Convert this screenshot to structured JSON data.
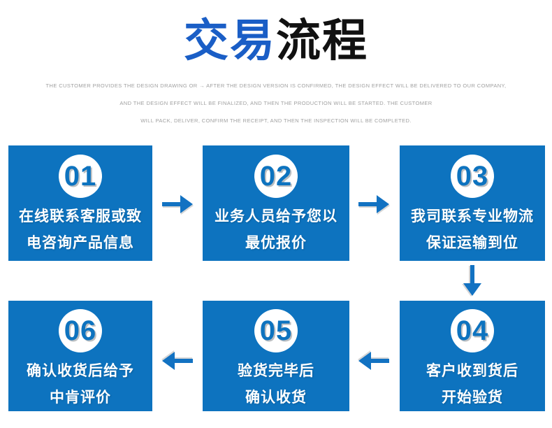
{
  "title": {
    "part_blue": "交易",
    "part_dark": "流程"
  },
  "subtitle_lines": [
    "THE CUSTOMER PROVIDES THE DESIGN DRAWING OR → AFTER THE DESIGN VERSION IS CONFIRMED, THE DESIGN EFFECT WILL BE DELIVERED TO OUR COMPANY,",
    "AND THE DESIGN EFFECT WILL BE FINALIZED, AND THEN THE PRODUCTION WILL BE STARTED. THE CUSTOMER",
    "WILL PACK, DELIVER, CONFIRM THE RECEIPT, AND THEN THE INSPECTION WILL BE COMPLETED."
  ],
  "steps": [
    {
      "number": "01",
      "line1": "在线联系客服或致",
      "line2": "电咨询产品信息"
    },
    {
      "number": "02",
      "line1": "业务人员给予您以",
      "line2": "最优报价"
    },
    {
      "number": "03",
      "line1": "我司联系专业物流",
      "line2": "保证运输到位"
    },
    {
      "number": "04",
      "line1": "客户收到货后",
      "line2": "开始验货"
    },
    {
      "number": "05",
      "line1": "验货完毕后",
      "line2": "确认收货"
    },
    {
      "number": "06",
      "line1": "确认收货后给予",
      "line2": "中肯评价"
    }
  ],
  "colors": {
    "box_blue": "#0d73bf",
    "title_blue": "#1a5ec6",
    "title_black": "#111111",
    "subtitle_gray": "#a0a0a0",
    "arrow_blue": "#1272c2"
  }
}
